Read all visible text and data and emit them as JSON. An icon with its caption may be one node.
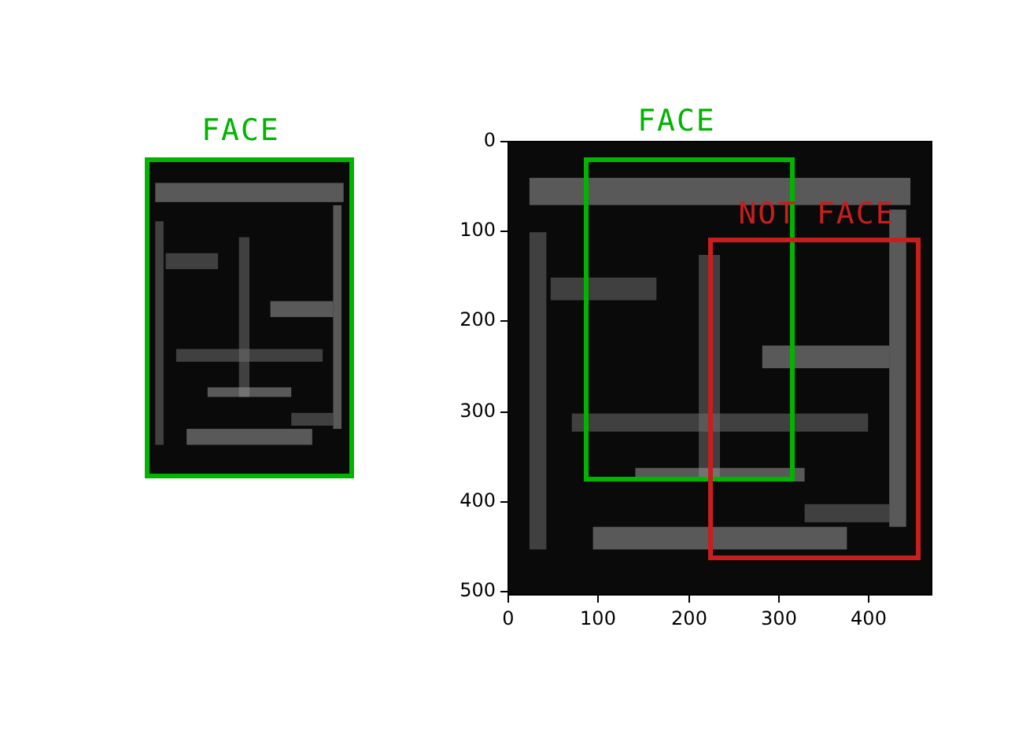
{
  "diagram": {
    "nodes": [
      {
        "text": [
          "FACE"
        ]
      },
      {
        "text": [
          "FACE"
        ]
      },
      {
        "text": [
          "NOT FACE"
        ]
      }
    ],
    "labels": [
      "0",
      "100",
      "200",
      "300",
      "400",
      "500",
      "0",
      "100",
      "200",
      "300",
      "400"
    ]
  }
}
